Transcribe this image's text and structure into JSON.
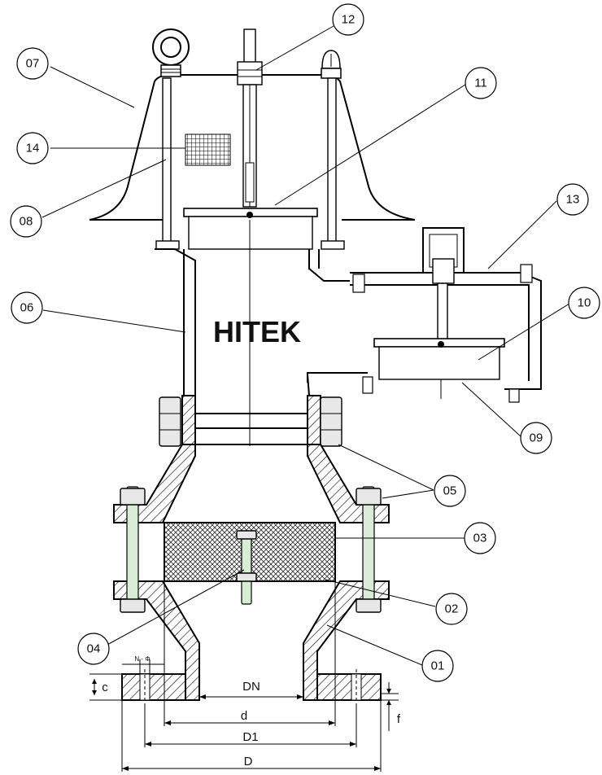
{
  "brand_label": "HITEK",
  "callouts": {
    "c01": "01",
    "c02": "02",
    "c03": "03",
    "c04": "04",
    "c05": "05",
    "c06": "06",
    "c07": "07",
    "c08": "08",
    "c09": "09",
    "c10": "10",
    "c11": "11",
    "c12": "12",
    "c13": "13",
    "c14": "14"
  },
  "dimensions": {
    "nominal": "DN",
    "inner": "d",
    "bolt_circle": "D1",
    "outer": "D",
    "thickness": "c",
    "raised_face": "f",
    "holes": "N - Φ"
  },
  "colors": {
    "line": "#000000",
    "stud_paint": "#d9ecd6",
    "background": "#ffffff"
  }
}
